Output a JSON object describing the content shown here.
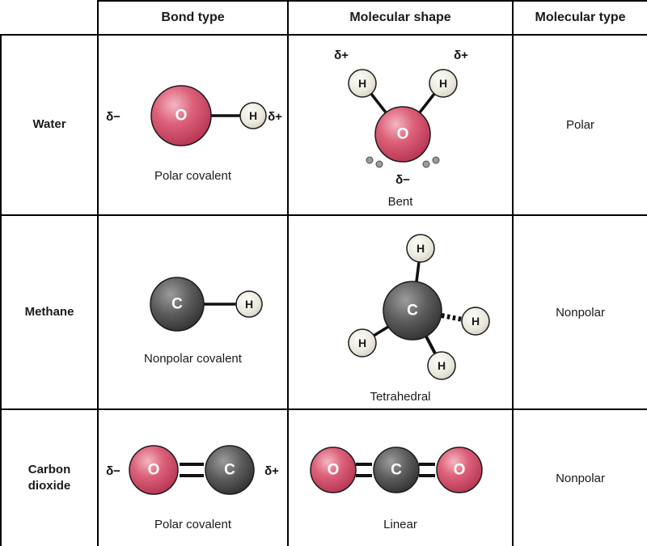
{
  "table": {
    "headers": [
      "Bond type",
      "Molecular shape",
      "Molecular type"
    ],
    "rows": [
      {
        "name": "Water",
        "bond_label": "Polar covalent",
        "shape_label": "Bent",
        "molecular_type": "Polar"
      },
      {
        "name": "Methane",
        "bond_label": "Nonpolar covalent",
        "shape_label": "Tetrahedral",
        "molecular_type": "Nonpolar"
      },
      {
        "name": "Carbon dioxide",
        "bond_label": "Polar covalent",
        "shape_label": "Linear",
        "molecular_type": "Nonpolar"
      }
    ]
  },
  "symbols": {
    "delta_plus": "δ+",
    "delta_minus": "δ−",
    "oxygen": "O",
    "hydrogen": "H",
    "carbon": "C"
  },
  "colors": {
    "oxygen_fill": "#d6506b",
    "carbon_fill": "#4d4d4d",
    "hydrogen_fill": "#eceade",
    "border": "#000000",
    "background": "#ffffff"
  }
}
